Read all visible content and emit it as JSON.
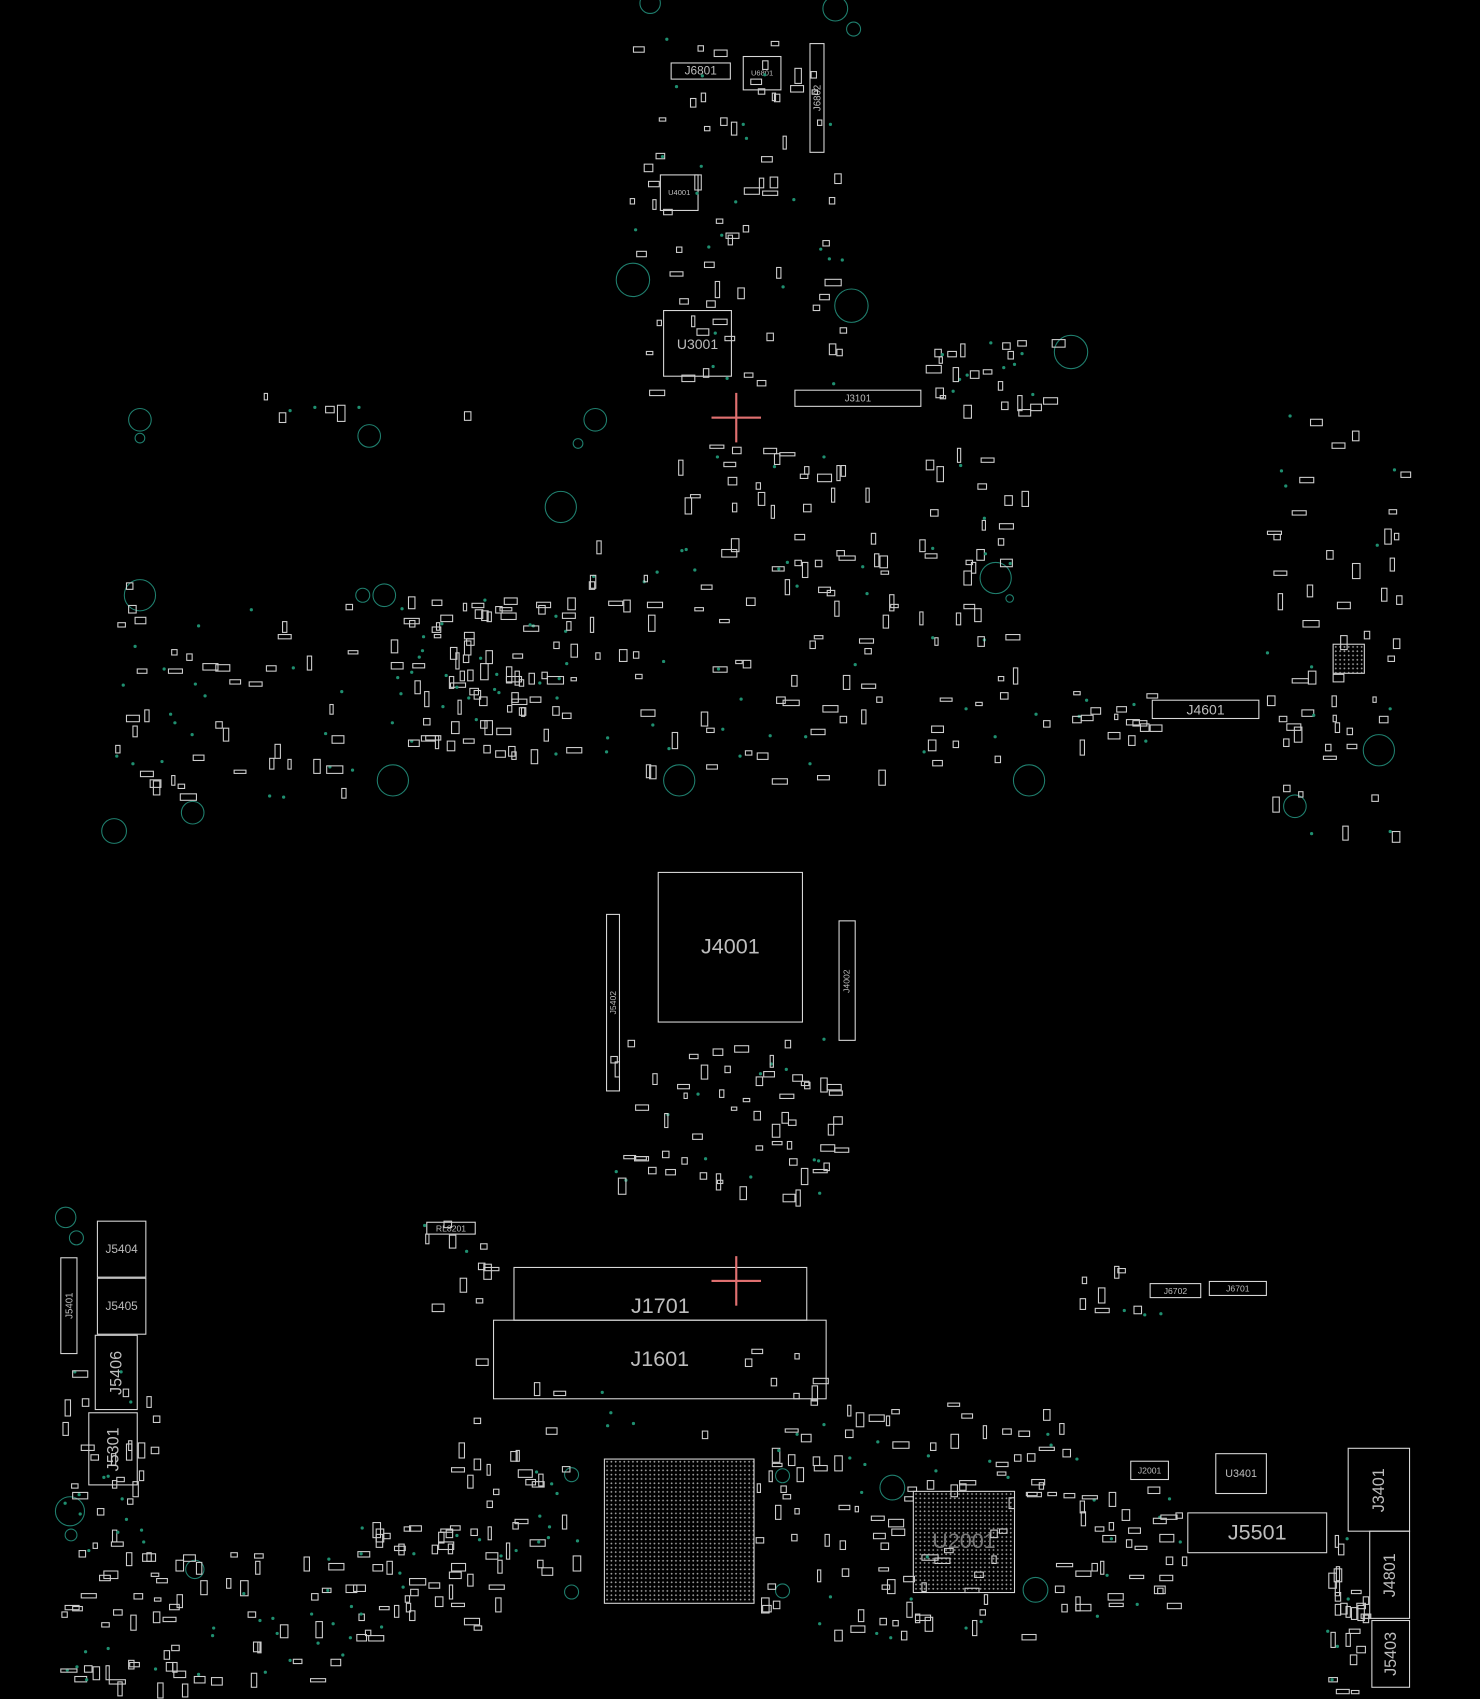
{
  "view": {
    "background": "#000000",
    "outline_color": "#d8d8d8",
    "hole_color": "#1f7f6e",
    "marker_color": "#e07070"
  },
  "components": {
    "J6801": "J6801",
    "U6801": "U6801",
    "J6802": "J6802",
    "U4001": "U4001",
    "U3001": "U3001",
    "J3101": "J3101",
    "J4601": "J4601",
    "J4001": "J4001",
    "J5402": "J5402",
    "J4002": "J4002",
    "J5404": "J5404",
    "J5405": "J5405",
    "J5406": "J5406",
    "J5301": "J5301",
    "J5401": "J5401",
    "RL8201": "RL8201",
    "J1701": "J1701",
    "J1601": "J1601",
    "U2001": "U2001",
    "U3401": "U3401",
    "J5501": "J5501",
    "J3401": "J3401",
    "J4801": "J4801",
    "J5403": "J5403",
    "J6702": "J6702",
    "J6701": "J6701",
    "J2001": "J2001"
  }
}
